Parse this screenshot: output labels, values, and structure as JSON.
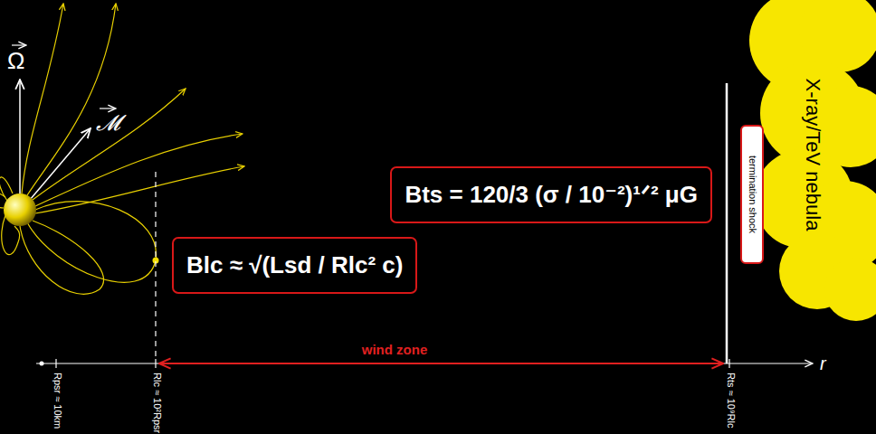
{
  "diagram": {
    "nodes": [
      {
        "text": [
          "Blc ≈ √(Lsd / Rlc² c)"
        ]
      },
      {
        "text": [
          "Bts = 120/3 (σ / 10⁻²)¹ᐟ² μG"
        ]
      },
      {
        "text": [
          "termination shock"
        ]
      },
      {
        "text": [
          "X-ray/TeV nebula"
        ]
      }
    ],
    "labels": [
      "Ω",
      "𝓜",
      "wind zone",
      "r",
      "Rpsr ≈ 10km",
      "Rlc ≈ 10²Rpsr",
      "Rts ≈ 10⁹Rlc"
    ]
  }
}
